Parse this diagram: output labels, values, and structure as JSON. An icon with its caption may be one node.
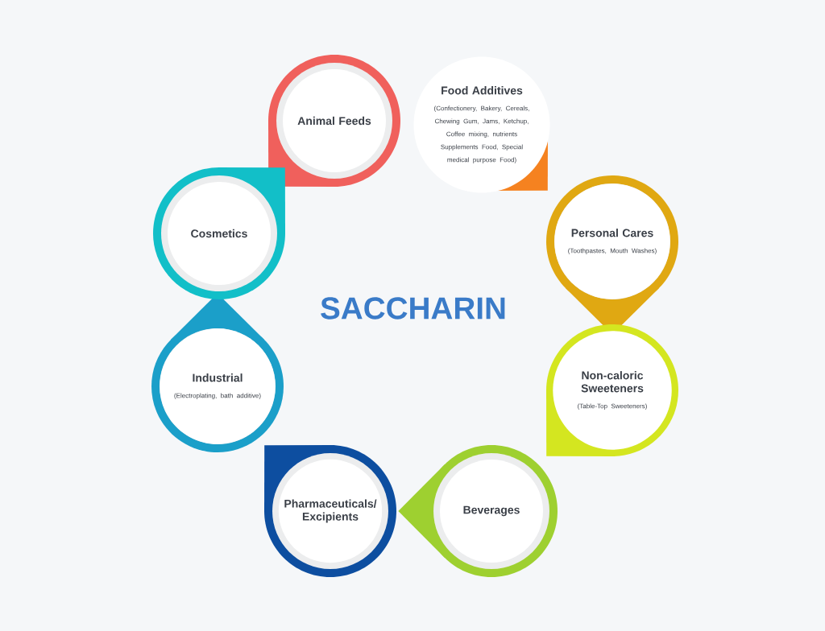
{
  "diagram": {
    "title": "SACCHARIN",
    "nodes": [
      {
        "text": [
          "Animal Feeds"
        ]
      },
      {
        "text": [
          "Food Additives",
          "(Confectionery, Bakery, Cereals, Chewing Gum, Jams, Ketchup, Coffee mixing, nutrients Supplements Food, Special medical purpose Food)"
        ]
      },
      {
        "text": [
          "Personal Cares",
          "(Toothpastes, Mouth Washes)"
        ]
      },
      {
        "text": [
          "Non-caloric Sweeteners",
          "(Table-Top Sweeteners)"
        ]
      },
      {
        "text": [
          "Beverages"
        ]
      },
      {
        "text": [
          "Pharmaceuticals/ Excipients"
        ]
      },
      {
        "text": [
          "Industrial",
          "(Electroplating, bath additive)"
        ]
      },
      {
        "text": [
          "Cosmetics"
        ]
      }
    ]
  }
}
